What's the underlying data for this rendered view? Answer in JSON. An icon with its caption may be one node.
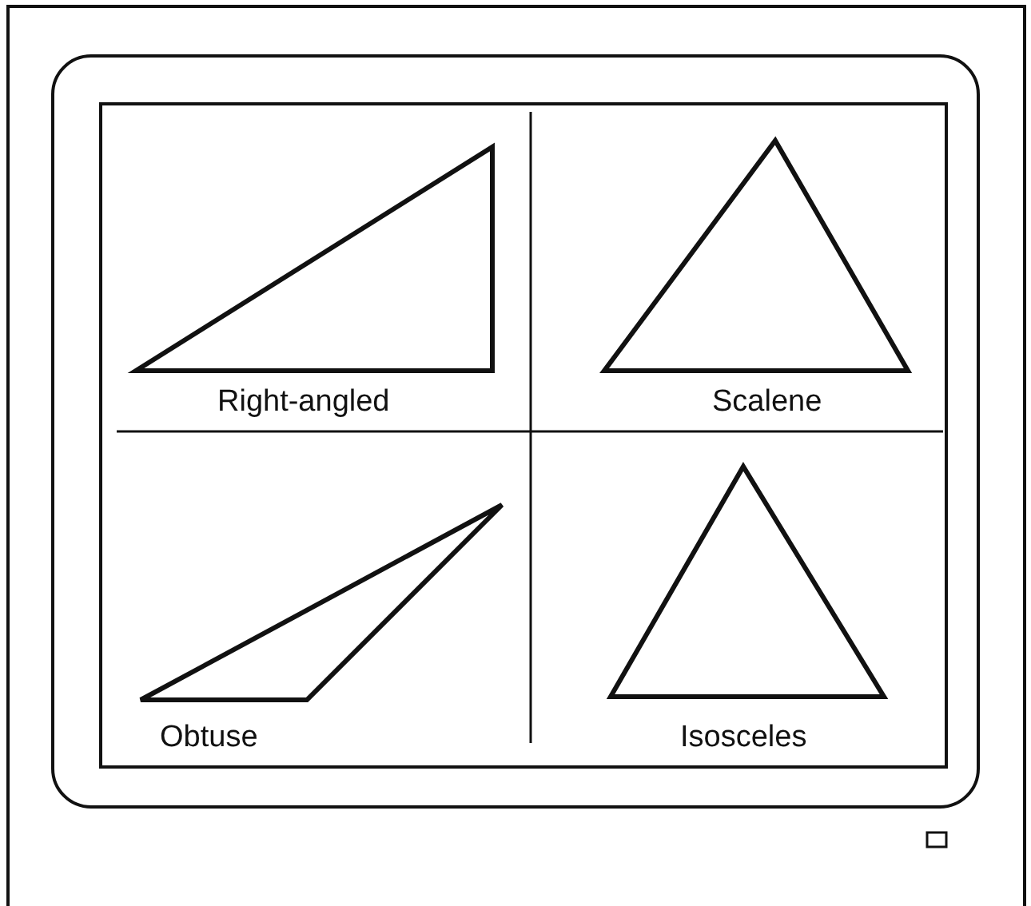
{
  "diagram": {
    "labels": [
      "Right-angled",
      "Scalene",
      "Obtuse",
      "Isosceles"
    ]
  }
}
